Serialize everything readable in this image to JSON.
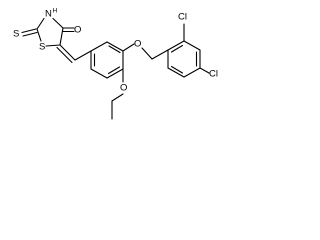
{
  "diagram": {
    "type": "chemical-structure",
    "atom_labels": {
      "S_thione": "S",
      "NH_N": "N",
      "NH_H": "H",
      "O_carbonyl": "O",
      "S_ring": "S",
      "O_ether_benzyl": "O",
      "O_ethoxy": "O",
      "Cl_ortho": "Cl",
      "Cl_para": "Cl"
    }
  }
}
